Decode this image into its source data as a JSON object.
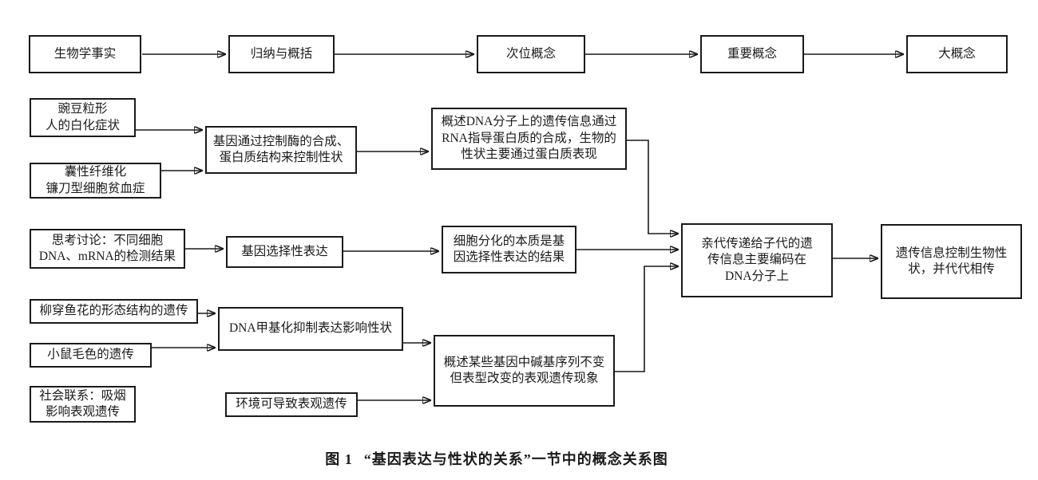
{
  "colors": {
    "ink": "#1a1a1a",
    "background": "#ffffff"
  },
  "flow": {
    "fact": "生物学事实",
    "method": "归纳与概括",
    "secondary": "次位概念",
    "important": "重要概念",
    "big": "大概念"
  },
  "nodes": {
    "pea": {
      "lines": [
        "豌豆粒形",
        "人的白化症状"
      ]
    },
    "cystic": {
      "lines": [
        "囊性纤维化",
        "镰刀型细胞贫血症"
      ]
    },
    "gene_control": {
      "lines": [
        "基因通过控制酶的合成、",
        "蛋白质结构来控制性状"
      ]
    },
    "dna_info": {
      "lines": [
        "概述DNA分子上的遗传信息通过",
        "RNA指导蛋白质的合成，生物的",
        "性状主要通过蛋白质表现"
      ]
    },
    "discuss": {
      "lines": [
        "思考讨论：不同细胞",
        "DNA、mRNA的检测结果"
      ]
    },
    "selective": {
      "lines": [
        "基因选择性表达"
      ]
    },
    "differentiation": {
      "lines": [
        "细胞分化的本质是基",
        "因选择性表达的结果"
      ]
    },
    "parent": {
      "lines": [
        "亲代传递给子代的遗",
        "传信息主要编码在",
        "DNA分子上"
      ]
    },
    "heredity": {
      "lines": [
        "遗传信息控制生物性",
        "状，并代代相传"
      ]
    },
    "toadflax": {
      "lines": [
        "柳穿鱼花的形态结构的遗传"
      ]
    },
    "methylation": {
      "lines": [
        "DNA甲基化抑制表达影响性状"
      ]
    },
    "mouse": {
      "lines": [
        "小鼠毛色的遗传"
      ]
    },
    "epigenetic": {
      "lines": [
        "概述某些基因中碱基序列不变",
        "但表型改变的表观遗传现象"
      ]
    },
    "environment": {
      "lines": [
        "环境可导致表观遗传"
      ]
    },
    "social": {
      "lines": [
        "社会联系：吸烟",
        "影响表观遗传"
      ]
    }
  },
  "caption": {
    "label": "图 1",
    "title": "“基因表达与性状的关系”一节中的概念关系图"
  }
}
